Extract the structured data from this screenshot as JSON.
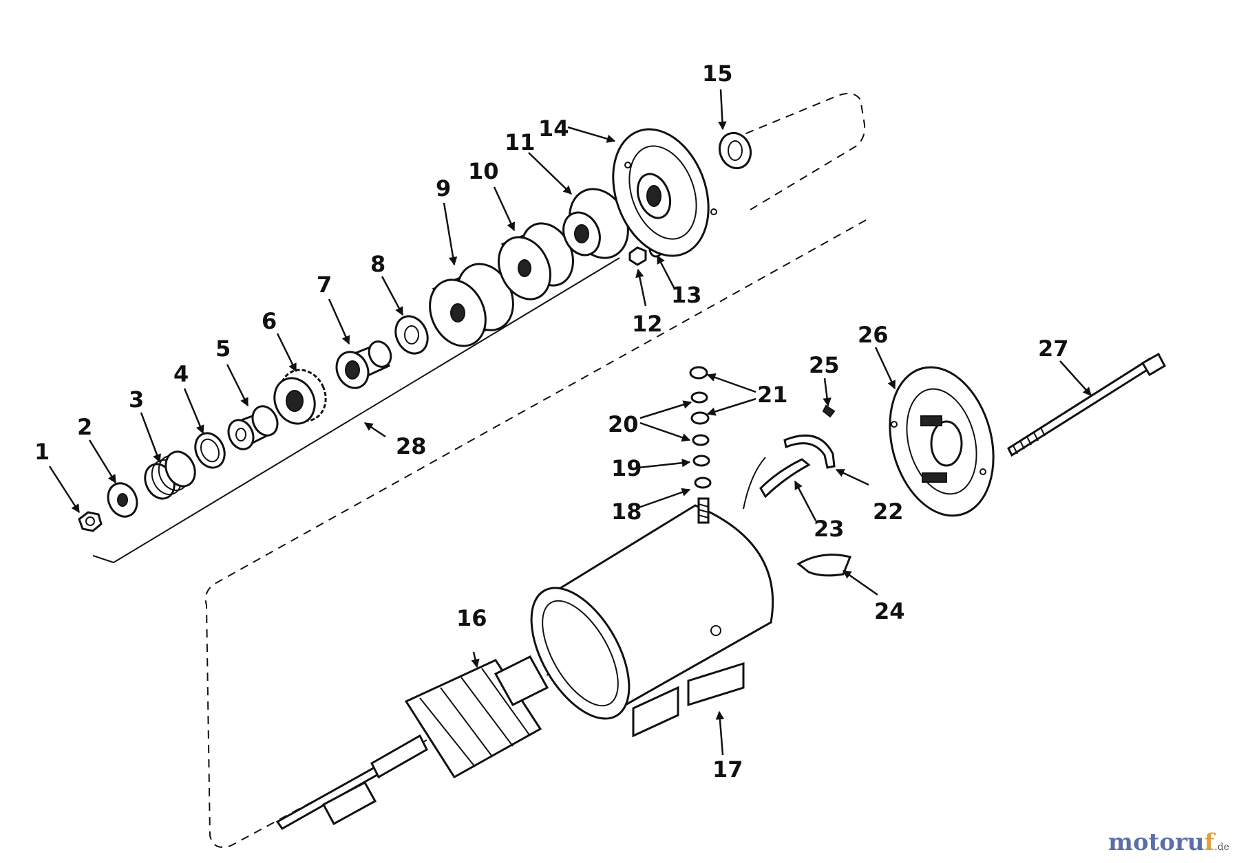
{
  "labels": [
    "1",
    "2",
    "3",
    "4",
    "5",
    "6",
    "7",
    "8",
    "9",
    "10",
    "11",
    "12",
    "13",
    "14",
    "15",
    "16",
    "17",
    "18",
    "19",
    "20",
    "21",
    "22",
    "23",
    "24",
    "25",
    "26",
    "27",
    "28"
  ],
  "watermark": {
    "brand": "motoru",
    "accent": "f",
    "tld": ".de"
  },
  "colors": {
    "ink": "#111111",
    "background": "#ffffff",
    "watermark_brand": "#5a6fa8",
    "watermark_accent": "#e0a13a"
  }
}
